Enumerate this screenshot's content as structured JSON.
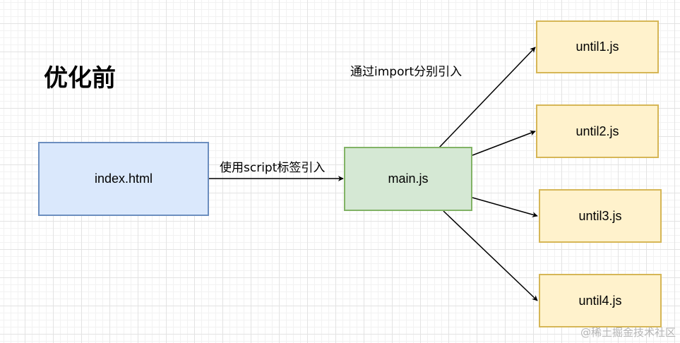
{
  "title": "优化前",
  "nodes": {
    "index": {
      "label": "index.html"
    },
    "main": {
      "label": "main.js"
    },
    "until1": {
      "label": "until1.js"
    },
    "until2": {
      "label": "until2.js"
    },
    "until3": {
      "label": "until3.js"
    },
    "until4": {
      "label": "until4.js"
    }
  },
  "edge_labels": {
    "script": "使用script标签引入",
    "import": "通过import分别引入"
  },
  "watermark": "@稀土掘金技术社区",
  "colors": {
    "blue_fill": "#dae8fc",
    "blue_stroke": "#6c8ebf",
    "green_fill": "#d5e8d4",
    "green_stroke": "#82b366",
    "yellow_fill": "#fff2cc",
    "yellow_stroke": "#d6b656"
  }
}
